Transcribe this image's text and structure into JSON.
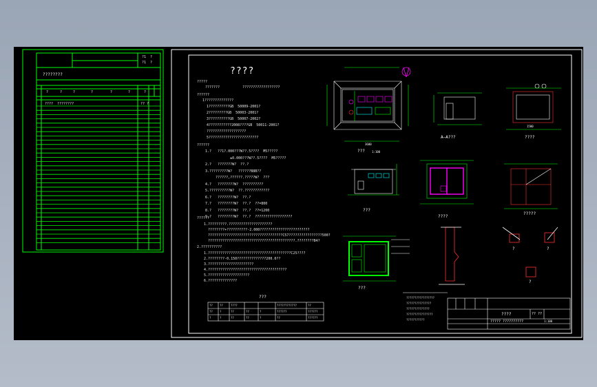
{
  "sheet_index": {
    "title": "????????",
    "header_right_top": "?1  ?",
    "header_right_bottom": "?1  ?",
    "column_marks": [
      "?",
      "?",
      "?",
      "?",
      "?",
      "?",
      "?"
    ],
    "first_row_left": "????  ????????",
    "first_row_right": "?? ?"
  },
  "drawing": {
    "main_title": "????",
    "notes": {
      "section1_title": "?????",
      "section1_lines": [
        "???????           ??????????????????"
      ],
      "section2_title": "??????",
      "section2_lines": [
        "1??????????????",
        "  1??????????GB  50009-2001?",
        "  2?????????GB  50003-2001?",
        "  3??????????GB  50007-2002?",
        "  4???????????2008????GB  50011-2001?",
        "  ???????????????????",
        "  5????????????????????????"
      ],
      "section3_title": "??????",
      "section3_lines": [
        "1.?   ??1?.000???W??.5????  M5?????",
        "            ±0.000???W??.5????  M5?????",
        "2.?   ???????W?  ??.?",
        "3.?????????W?   ??????B8B??",
        "     ??????,??????.?????W?  ???",
        "4.?   ????????W?  ??????????",
        "5.??????????W?  ??.????????????",
        "6.?   ????????W?  ??.?",
        "7.?   ????????W?  ??.?  ??=800",
        "8.?   ????????W?  ??.?  ??=1200",
        "9.?   ????????W?  ??.?  ??????????????????"
      ],
      "section4_title": "??????",
      "section4_lines": [
        "1.?????????.?????????????????????",
        "  ????????+??????????-2.000????????????????????????",
        "  ????????????????????????????????????C57????????????????500?",
        "  ??????????????????????????????????????????.????????B4?"
      ],
      "section5_title": "2.??????????",
      "section5_lines": [
        "1.????????????????????????????????????????C25????",
        "2.????????-0.150??????????????200.0??",
        "3.??????????????????????",
        "4.??????????????????????????????????????",
        "5.????????????????????",
        "6.??????????????"
      ]
    },
    "table": {
      "caption": "???",
      "headers": [
        "??",
        "??",
        "????",
        "",
        "",
        "????????????",
        "??"
      ],
      "rows": [
        [
          "??",
          "?",
          "??",
          "??",
          "?",
          "??????",
          "??????"
        ],
        [
          "?",
          "?",
          "??",
          "??",
          "?",
          "??",
          "??????"
        ]
      ]
    },
    "captions": {
      "plan": "???",
      "plan_scale": "1:100",
      "section_aa": "A—A???",
      "roof_plan": "????",
      "elevation": "???",
      "foundation": "????",
      "roof_structure": "?????",
      "ground_floor": "???",
      "detail1": "?",
      "detail2": "?",
      "detail3": "?",
      "dims_main": "3600",
      "dims_small": "1500"
    },
    "title_block": {
      "project": "????",
      "row1": "??  ??",
      "row2": "?????  ??????????",
      "scale": "1:100"
    },
    "side_notes": [
      "?????????????????",
      "???????????????",
      "??????????????",
      "????????????????",
      "???????????"
    ]
  },
  "colors": {
    "background": "#a5afbf",
    "canvas": "#000000",
    "sheet_lines": "#00ff00",
    "frame": "#ffffff",
    "accent_magenta": "#ff00ff",
    "accent_red": "#ff3030",
    "accent_cyan": "#00ffff",
    "accent_yellow": "#ffff00"
  }
}
